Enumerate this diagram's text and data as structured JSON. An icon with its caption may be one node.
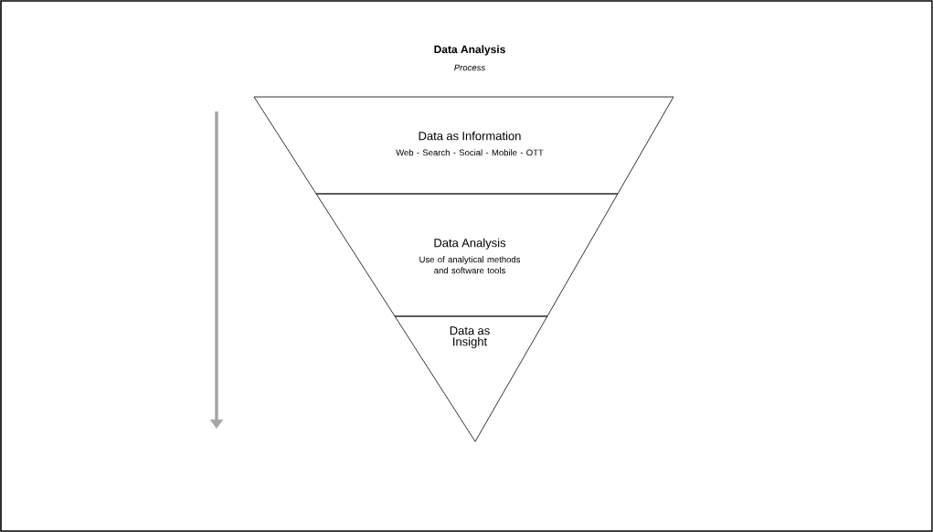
{
  "diagram": {
    "title": "Data Analysis",
    "nodes": [
      {
        "text": [
          "Data as Information",
          "Web - Search - Social - Mobile - OTT"
        ]
      },
      {
        "text": [
          "Data Analysis",
          "Use of analytical methods and software tools"
        ]
      },
      {
        "text": [
          "Data as Insight"
        ]
      }
    ],
    "labels": [
      "Process"
    ]
  }
}
